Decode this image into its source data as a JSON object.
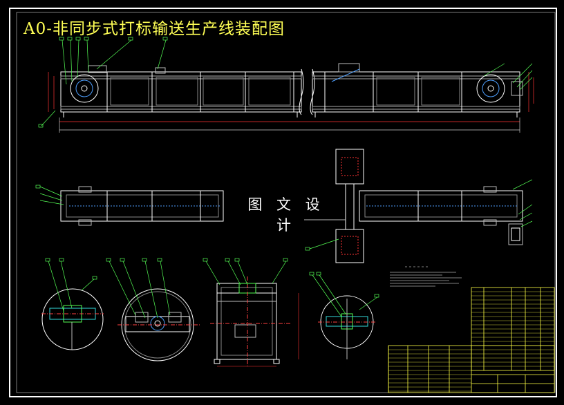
{
  "drawing": {
    "title": "A0-非同步式打标输送生产线装配图",
    "watermark": "图 文 设 计"
  },
  "colors": {
    "background": "#000000",
    "border": "#ffffff",
    "title_text": "#ffff55",
    "leader": "#55ff55",
    "dimension": "#ff3333",
    "centerline": "#ff4040",
    "outline": "#ffffff",
    "accent_blue": "#4fa0ff",
    "accent_cyan": "#33dddd",
    "title_block": "#ffff44"
  },
  "views": [
    {
      "id": "front-elevation",
      "label": ""
    },
    {
      "id": "plan-view",
      "label": ""
    },
    {
      "id": "detail-a",
      "label": ""
    },
    {
      "id": "detail-b",
      "label": ""
    },
    {
      "id": "section-view",
      "label": ""
    },
    {
      "id": "detail-c",
      "label": ""
    }
  ]
}
